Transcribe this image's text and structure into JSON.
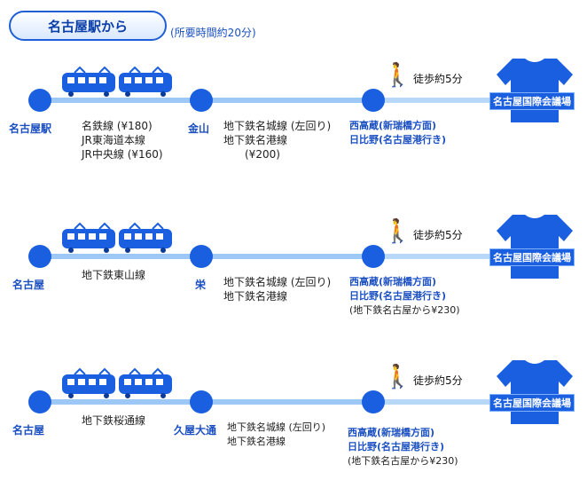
{
  "header": {
    "title": "名古屋駅から",
    "note": "(所要時間約20分)"
  },
  "venue_label": "名古屋国際会議場",
  "walk_label": "徒歩約5分",
  "routes": [
    {
      "origin": "名古屋駅",
      "line1": [
        "名鉄線 (¥180)",
        "JR東海道本線",
        "JR中央線 (¥160)"
      ],
      "transfer": "金山",
      "line2": [
        "地下鉄名城線 (左回り)",
        "地下鉄名港線",
        "(¥200)"
      ],
      "dest": [
        "西高蔵(新瑞橋方面)",
        "日比野(名古屋港行き)"
      ]
    },
    {
      "origin": "名古屋",
      "line1": [
        "地下鉄東山線"
      ],
      "transfer": "栄",
      "line2": [
        "地下鉄名城線 (左回り)",
        "地下鉄名港線"
      ],
      "dest": [
        "西高蔵(新瑞橋方面)",
        "日比野(名古屋港行き)",
        "(地下鉄名古屋から¥230)"
      ]
    },
    {
      "origin": "名古屋",
      "line1": [
        "地下鉄桜通線"
      ],
      "transfer": "久屋大通",
      "line2": [
        "地下鉄名城線 (左回り)",
        "地下鉄名港線"
      ],
      "dest": [
        "西高蔵(新瑞橋方面)",
        "日比野(名古屋港行き)",
        "(地下鉄名古屋から¥230)"
      ]
    }
  ]
}
